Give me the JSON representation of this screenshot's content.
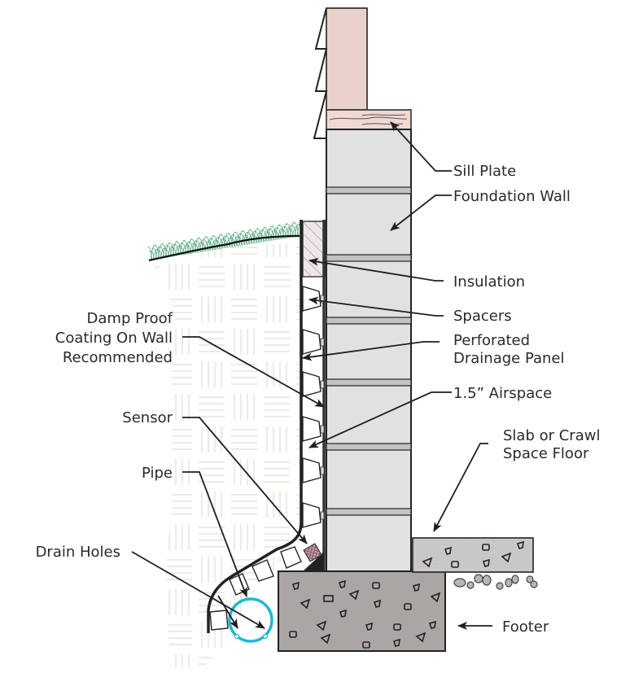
{
  "diagram": {
    "title": "Foundation wall drainage cross-section",
    "labels": {
      "sill_plate": "Sill Plate",
      "foundation_wall": "Foundation Wall",
      "insulation": "Insulation",
      "spacers": "Spacers",
      "perforated_line1": "Perforated",
      "perforated_line2": "Drainage Panel",
      "airspace": "1.5” Airspace",
      "slab_line1": "Slab or Crawl",
      "slab_line2": "Space Floor",
      "footer": "Footer",
      "damp_line1": "Damp Proof",
      "damp_line2": "Coating On Wall",
      "damp_line3": "Recommended",
      "sensor": "Sensor",
      "pipe": "Pipe",
      "drain_holes": "Drain Holes"
    },
    "colors": {
      "siding": "#e9d2cb",
      "sill_plate": "#efd9d2",
      "foundation_block": "#e1e1e1",
      "mortar_joint": "#c4c2c2",
      "insulation": "#efe6e8",
      "footer": "#aba6a4",
      "slab": "#cbc9c8",
      "drain_pipe": "#1fb8cf",
      "sensor": "#c99aaa",
      "grass": "#3f9c6e",
      "soil_hatch": "#e2ddd6",
      "line": "#222222"
    }
  }
}
